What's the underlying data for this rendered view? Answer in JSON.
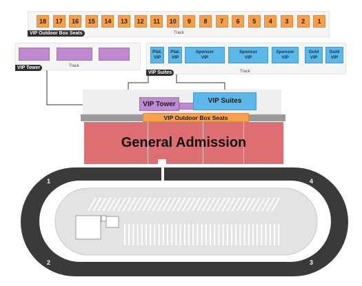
{
  "top_sections": {
    "numbers": [
      "18",
      "17",
      "16",
      "15",
      "14",
      "13",
      "12",
      "11",
      "10",
      "9",
      "8",
      "7",
      "6",
      "5",
      "4",
      "3",
      "2",
      "1"
    ],
    "tag": "VIP Outdoor Box Seats",
    "track": "Track"
  },
  "vip_tower_panel": {
    "tag": "VIP Tower",
    "track": "Track"
  },
  "suites_panel": {
    "tag": "VIP Suites",
    "track": "Track",
    "boxes": [
      "Plat.\nVIP",
      "Plat.\nVIP",
      "Sponsor\nVIP",
      "Sponsor\nVIP",
      "Sponsor\nVIP",
      "Gold\nVIP",
      "Gold\nVIP"
    ]
  },
  "stadium": {
    "vip_tower": "VIP Tower",
    "vip_suites": "VIP Suites",
    "vip_outdoor_box_seats": "VIP Outdoor Box Seats",
    "general_admission": "General Admission"
  },
  "turns": [
    "1",
    "2",
    "3",
    "4"
  ],
  "colors": {
    "orange": "#f6a04b",
    "purple": "#c08ad0",
    "blue": "#5cb8e8",
    "general_admission": "#dd6e71",
    "track": "#3a3a3a",
    "infield": "#e3e3e3"
  }
}
